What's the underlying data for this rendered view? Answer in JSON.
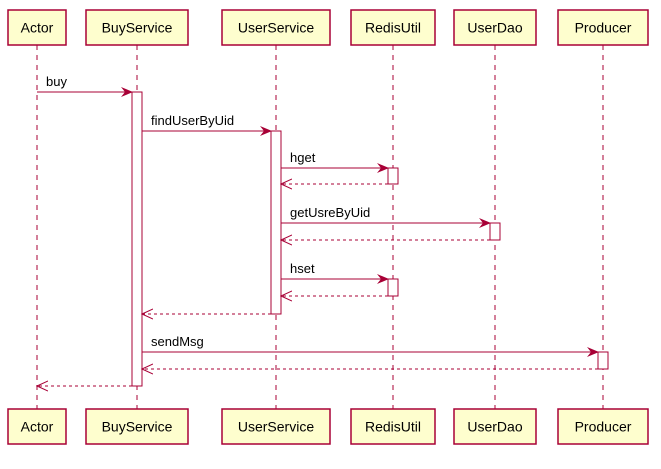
{
  "participants": [
    {
      "id": "actor",
      "label": "Actor"
    },
    {
      "id": "buy",
      "label": "BuyService"
    },
    {
      "id": "user",
      "label": "UserService"
    },
    {
      "id": "redis",
      "label": "RedisUtil"
    },
    {
      "id": "dao",
      "label": "UserDao"
    },
    {
      "id": "prod",
      "label": "Producer"
    }
  ],
  "messages": [
    {
      "from": "actor",
      "to": "buy",
      "label": "buy",
      "kind": "call"
    },
    {
      "from": "buy",
      "to": "user",
      "label": "findUserByUid",
      "kind": "call"
    },
    {
      "from": "user",
      "to": "redis",
      "label": "hget",
      "kind": "call"
    },
    {
      "from": "redis",
      "to": "user",
      "label": "",
      "kind": "return"
    },
    {
      "from": "user",
      "to": "dao",
      "label": "getUsreByUid",
      "kind": "call"
    },
    {
      "from": "dao",
      "to": "user",
      "label": "",
      "kind": "return"
    },
    {
      "from": "user",
      "to": "redis",
      "label": "hset",
      "kind": "call"
    },
    {
      "from": "redis",
      "to": "user",
      "label": "",
      "kind": "return"
    },
    {
      "from": "user",
      "to": "buy",
      "label": "",
      "kind": "return"
    },
    {
      "from": "buy",
      "to": "prod",
      "label": "sendMsg",
      "kind": "call"
    },
    {
      "from": "prod",
      "to": "buy",
      "label": "",
      "kind": "return"
    },
    {
      "from": "buy",
      "to": "actor",
      "label": "",
      "kind": "return"
    }
  ],
  "colors": {
    "participant_fill": "#FEFECE",
    "participant_border": "#A80036",
    "arrow": "#A80036",
    "activation_fill": "#FFFFFF"
  }
}
